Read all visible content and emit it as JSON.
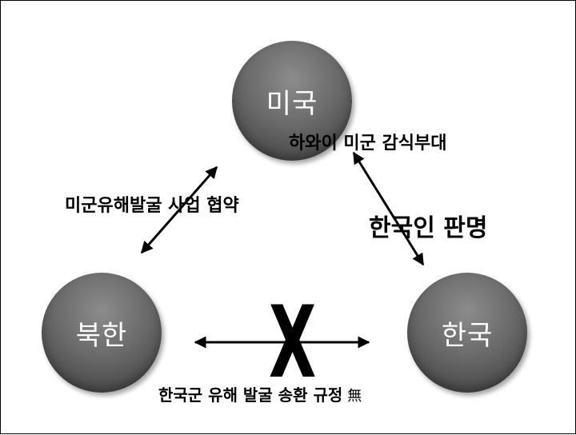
{
  "nodes": {
    "us": "미국",
    "north_korea": "북한",
    "south_korea": "한국"
  },
  "labels": {
    "hawaii_unit": "하와이 미군 감식부대",
    "excavation_treaty": "미군유해발굴 사업 협약",
    "korean_identified": "한국인 판명",
    "no_repatriation_rule": "한국군 유해 발굴 송환 규정",
    "none_mark": "無"
  },
  "blocked_mark": "X",
  "colors": {
    "node_fill": "#6a6a6a",
    "node_text": "#ffffff",
    "arrow": "#000000"
  }
}
